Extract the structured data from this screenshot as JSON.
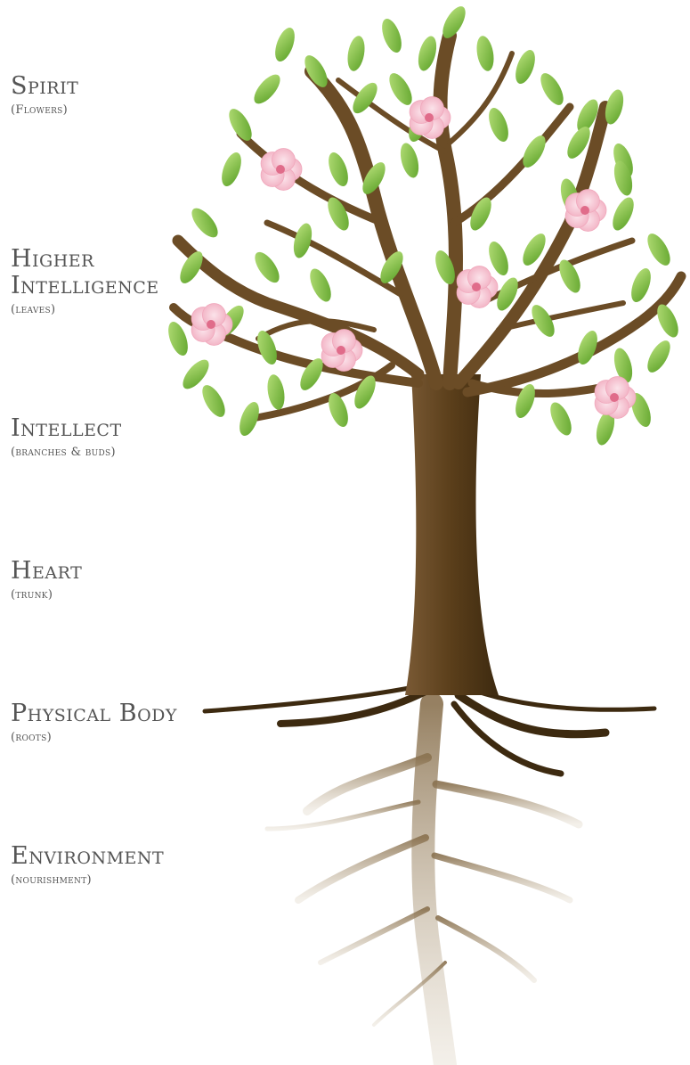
{
  "layers": [
    {
      "title": "Spirit",
      "sub": "(Flowers)"
    },
    {
      "title": "Higher\nIntelligence",
      "sub": "(leaves)"
    },
    {
      "title": "Intellect",
      "sub": "(branches & buds)"
    },
    {
      "title": "Heart",
      "sub": "(trunk)"
    },
    {
      "title": "Physical Body",
      "sub": "(roots)"
    },
    {
      "title": "Environment",
      "sub": "(nourishment)"
    }
  ],
  "colors": {
    "text": "#555555",
    "trunk_light": "#7a5a35",
    "trunk_dark": "#4a3212",
    "leaf_light": "#a6d66a",
    "leaf_dark": "#5ea32a",
    "flower": "#f7c6d3",
    "flower_center": "#e06c8a",
    "reflection": "#c8b79a"
  }
}
